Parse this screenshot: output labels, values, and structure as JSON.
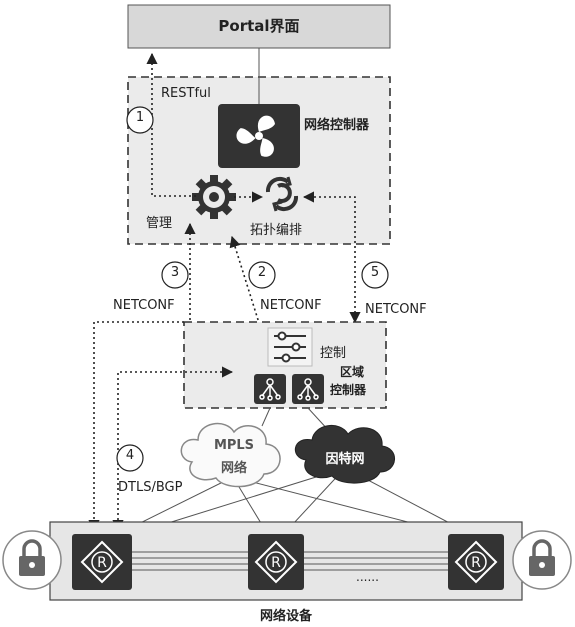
{
  "portal": {
    "label": "Portal界面"
  },
  "controller": {
    "label": "网络控制器"
  },
  "labels": {
    "restful": "RESTful",
    "manage": "管理",
    "topology": "拓扑编排",
    "control": "控制",
    "region_line1": "区域",
    "region_line2": "控制器",
    "mpls_line1": "MPLS",
    "mpls_line2": "网络",
    "internet": "因特网",
    "netconf": "NETCONF",
    "dtls_bgp": "DTLS/BGP",
    "ellipsis": "......",
    "devices": "网络设备"
  },
  "steps": [
    "1",
    "2",
    "3",
    "4",
    "5"
  ],
  "icons": {
    "controller": "fan-icon",
    "manage": "gear-icon",
    "topology": "cycle-icon",
    "control": "sliders-icon",
    "router": "router-icon",
    "lock": "lock-icon"
  },
  "colors": {
    "dark": "#333333",
    "panel": "#e8e8e8",
    "portal": "#d8d8d8"
  }
}
